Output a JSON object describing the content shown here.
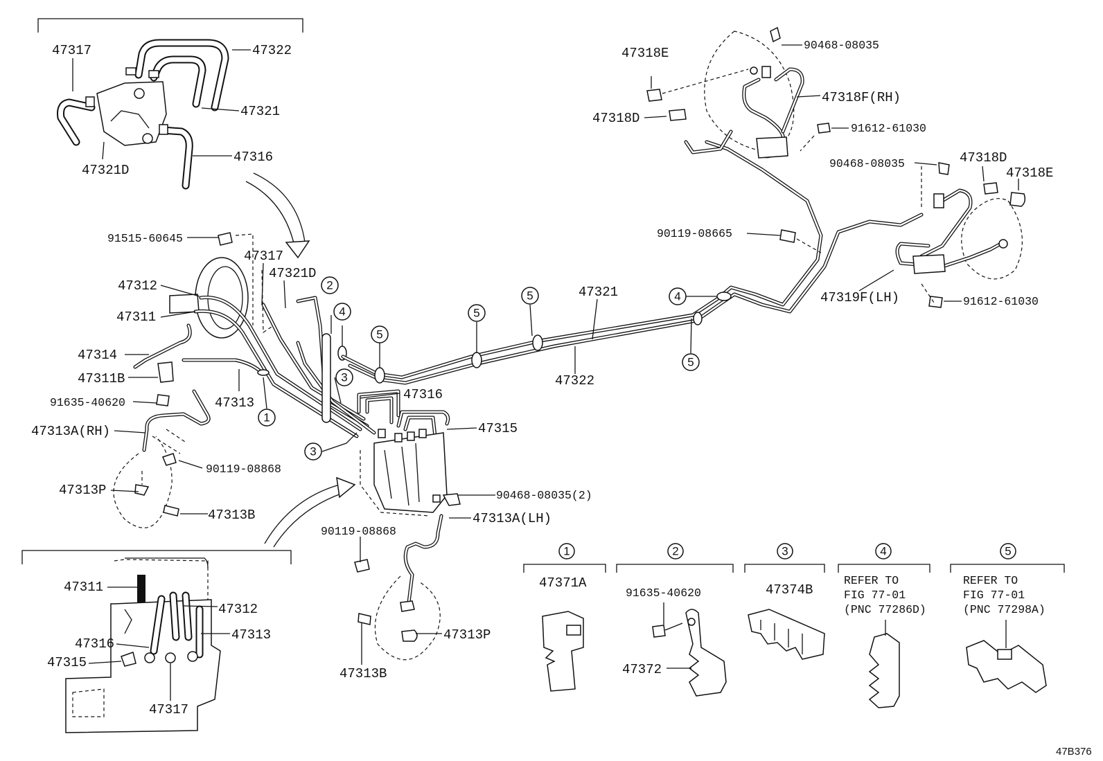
{
  "diagram_code": "47B376",
  "labels": {
    "top_left": {
      "p47317": "47317",
      "p47322": "47322",
      "p47321": "47321",
      "p47321D": "47321D",
      "p47316": "47316"
    },
    "main": {
      "p91515": "91515-60645",
      "p47317": "47317",
      "p47321D": "47321D",
      "p47312": "47312",
      "p47311": "47311",
      "p47314": "47314",
      "p47311B": "47311B",
      "p91635": "91635-40620",
      "p47313": "47313",
      "p47313A_RH": "47313A(RH)",
      "p90119a": "90119-08868",
      "p47313P_a": "47313P",
      "p47313B_a": "47313B",
      "p47316": "47316",
      "p47315": "47315",
      "p90468_2": "90468-08035(2)",
      "p47313A_LH": "47313A(LH)",
      "p90119b": "90119-08868",
      "p47313P_b": "47313P",
      "p47313B_b": "47313B",
      "p47321": "47321",
      "p47322": "47322"
    },
    "rear": {
      "p47318E_a": "47318E",
      "p90468_a": "90468-08035",
      "p47318F_RH": "47318F(RH)",
      "p47318D_a": "47318D",
      "p91612_a": "91612-61030",
      "p90468_b": "90468-08035",
      "p47318D_b": "47318D",
      "p47318E_b": "47318E",
      "p90119c": "90119-08665",
      "p47319F_LH": "47319F(LH)",
      "p91612_b": "91612-61030"
    },
    "bottom_left": {
      "p47311": "47311",
      "p47312": "47312",
      "p47316": "47316",
      "p47313": "47313",
      "p47315": "47315",
      "p47317": "47317"
    }
  },
  "callouts": {
    "c1": "1",
    "c2": "2",
    "c3": "3",
    "c4": "4",
    "c5": "5"
  },
  "clamps": {
    "c1": {
      "num": "1",
      "part": "47371A"
    },
    "c2": {
      "num": "2",
      "part": "47372",
      "bolt": "91635-40620"
    },
    "c3": {
      "num": "3",
      "part": "47374B"
    },
    "c4": {
      "num": "4",
      "ref1": "REFER TO",
      "ref2": "FIG 77-01",
      "ref3": "(PNC 77286D)"
    },
    "c5": {
      "num": "5",
      "ref1": "REFER TO",
      "ref2": "FIG 77-01",
      "ref3": "(PNC 77298A)"
    }
  }
}
